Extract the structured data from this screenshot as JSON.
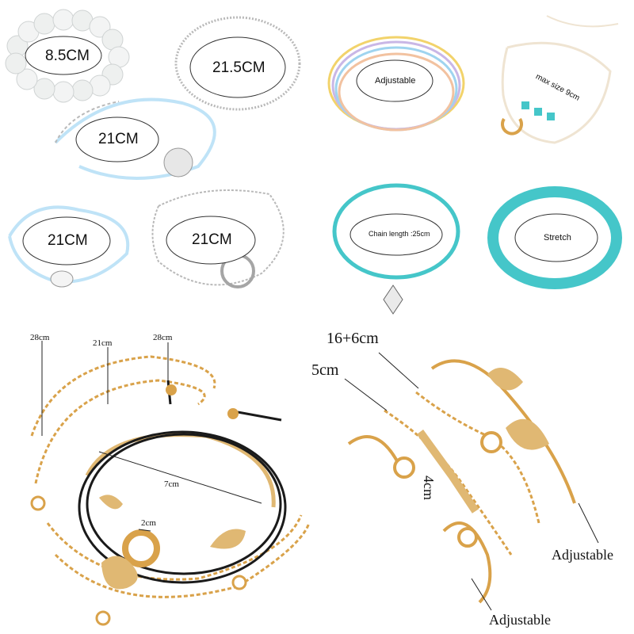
{
  "panels": {
    "top_left": {
      "beads_size": "8.5CM",
      "ball_chain_size": "21.5CM",
      "blue_cord_lotus_size": "21CM",
      "blue_cord_stone_size": "21CM",
      "circle_chain_size": "21CM"
    },
    "top_right": {
      "colorful_cord_label": "Adjustable",
      "cream_cord_label": "max size 9cm",
      "braided_leaf_label": "Chain length :25cm",
      "turquoise_beads_label": "Stretch"
    },
    "bottom_left": {
      "long_chain_a": "28cm",
      "chain_mid": "21cm",
      "long_chain_b": "28cm",
      "cuff_width": "7cm",
      "charm_width": "2cm"
    },
    "bottom_right": {
      "chain_total": "16+6cm",
      "cuff_opening": "5cm",
      "leaf_length": "4cm",
      "feather_cuff_label": "Adjustable",
      "crystal_cuff_label": "Adjustable"
    }
  },
  "colors": {
    "gold": "#d9a24a",
    "silver": "#b9b9b9",
    "light_blue": "#bfe3f7",
    "turquoise": "#45c6c9",
    "black_cord": "#1a1a1a"
  }
}
